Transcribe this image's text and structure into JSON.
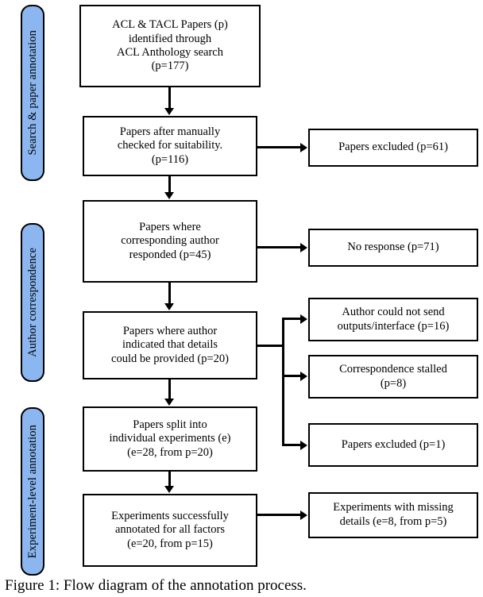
{
  "figure": {
    "caption": "Figure 1: Flow diagram of the annotation process.",
    "accent_color": "#8cb6f0",
    "line_color": "#000000",
    "background_color": "#ffffff"
  },
  "stages": [
    {
      "label": "Search & paper annotation"
    },
    {
      "label": "Author correspondence"
    },
    {
      "label": "Experiment-level annotation"
    }
  ],
  "main_flow": [
    {
      "text": "ACL & TACL Papers (p)\nidentified through\nACL Anthology search\n(p=177)"
    },
    {
      "text": "Papers after manually\nchecked for suitability.\n(p=116)"
    },
    {
      "text": "Papers where\ncorresponding author\nresponded (p=45)"
    },
    {
      "text": "Papers where author\nindicated that details\ncould be provided (p=20)"
    },
    {
      "text": "Papers split into\nindividual experiments (e)\n(e=28, from p=20)"
    },
    {
      "text": "Experiments successfully\nannotated for all factors\n(e=20, from p=15)"
    }
  ],
  "side_outcomes": [
    {
      "text": "Papers excluded (p=61)"
    },
    {
      "text": "No response (p=71)"
    },
    {
      "text": "Author could not send\noutputs/interface (p=16)"
    },
    {
      "text": "Correspondence stalled\n(p=8)"
    },
    {
      "text": "Papers excluded (p=1)"
    },
    {
      "text": "Experiments with missing\ndetails (e=8, from p=5)"
    }
  ]
}
